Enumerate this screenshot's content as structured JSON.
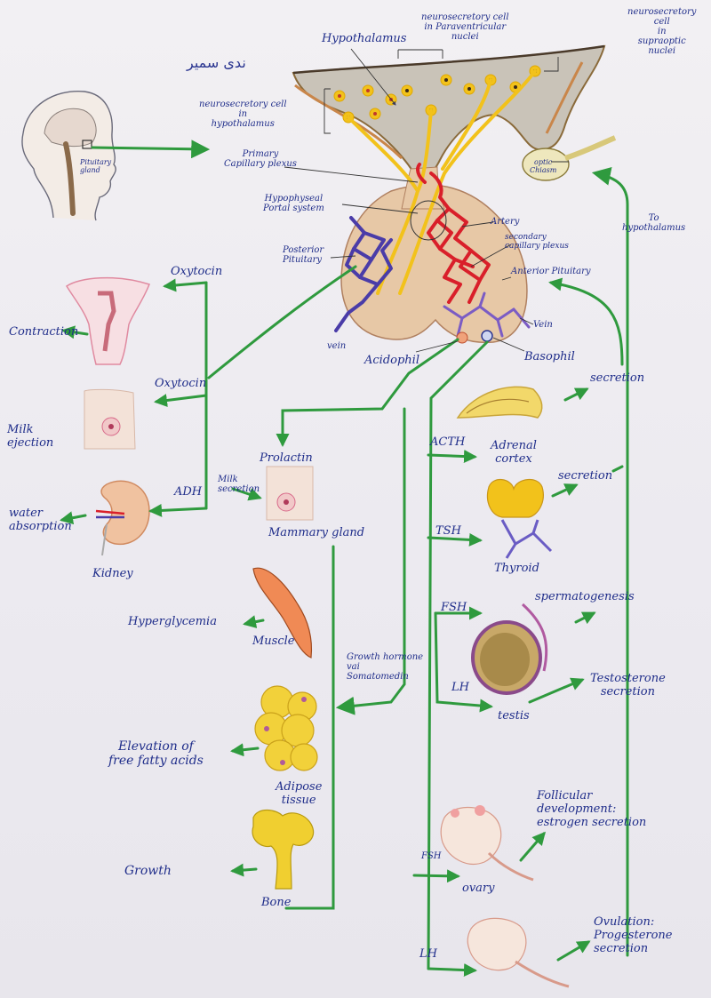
{
  "author_name": "ندى سمير",
  "labels": {
    "hypothalamus": "Hypothalamus",
    "paraventricular": [
      "neurosecretory cell",
      "in Paraventricular",
      "nuclei"
    ],
    "supraoptic": [
      "neurosecretory",
      "cell",
      "in",
      "supraoptic",
      "nuclei"
    ],
    "neurosecretory_hypo": [
      "neurosecretory cell",
      "in",
      "hypothalamus"
    ],
    "pituitary_gland_small": [
      "Pituitary",
      "gland"
    ],
    "primary_plexus": [
      "Primary",
      "Capillary plexus"
    ],
    "optic_chiasm": [
      "optic",
      "Chiasm"
    ],
    "hypophyseal": [
      "Hypophyseal",
      "Portal system"
    ],
    "artery": "Artery",
    "secondary_plexus": [
      "secondary",
      "capillary plexus"
    ],
    "to_hypothalamus": [
      "To",
      "hypothalamus"
    ],
    "posterior_pituitary": [
      "Posterior",
      "Pituitary"
    ],
    "anterior_pituitary": "Anterior Pituitary",
    "vein_left": "vein",
    "vein_right": "Vein",
    "acidophil": "Acidophil",
    "basophil": "Basophil",
    "oxytocin_top": "Oxytocin",
    "contraction": "Contraction",
    "oxytocin_mid": "Oxytocin",
    "milk_ejection": [
      "Milk",
      "ejection"
    ],
    "adh": "ADH",
    "milk_secretion": [
      "Milk",
      "secretion"
    ],
    "prolactin": "Prolactin",
    "mammary_gland": "Mammary gland",
    "water_absorption": [
      "water",
      "absorption"
    ],
    "kidney": "Kidney",
    "acth": "ACTH",
    "adrenal_cortex": [
      "Adrenal",
      "cortex"
    ],
    "secretion_1": "secretion",
    "secretion_2": "secretion",
    "tsh": "TSH",
    "thyroid": "Thyroid",
    "fsh_testis": "FSH",
    "spermatogenesis": "spermatogenesis",
    "hyperglycemia": "Hyperglycemia",
    "muscle": "Muscle",
    "growth_hormone": [
      "Growth hormone",
      "vai",
      "Somatomedin"
    ],
    "lh_testis": "LH",
    "testis": "testis",
    "testosterone": [
      "Testosterone",
      "secretion"
    ],
    "elevation": [
      "Elevation of",
      "free fatty acids"
    ],
    "adipose": [
      "Adipose",
      "tissue"
    ],
    "follicular": [
      "Follicular",
      "development:",
      "estrogen secretion"
    ],
    "fsh_ovary": "FSH",
    "ovary": "ovary",
    "growth": "Growth",
    "bone": "Bone",
    "lh_ovary": "LH",
    "ovulation": [
      "Ovulation:",
      "Progesterone",
      "secretion"
    ]
  },
  "colors": {
    "ink": "#1f2d8a",
    "arrow_green": "#2f9a3e",
    "artery_red": "#d91f2a",
    "vein_purple": "#4a3ca8",
    "neuron_yellow": "#f2c21b",
    "hypothalamus_fill": "#c9c3b8",
    "pituitary_fill": "#e7c8a6"
  }
}
